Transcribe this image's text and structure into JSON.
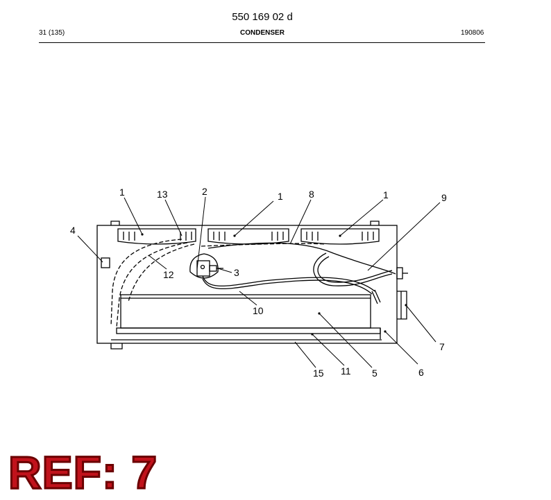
{
  "header": {
    "doc_number": "550 169 02 d",
    "page": "31 (135)",
    "title": "CONDENSER",
    "date_code": "190806"
  },
  "diagram": {
    "callouts": [
      {
        "id": "c1a",
        "text": "1"
      },
      {
        "id": "c13",
        "text": "13"
      },
      {
        "id": "c2",
        "text": "2"
      },
      {
        "id": "c1b",
        "text": "1"
      },
      {
        "id": "c8",
        "text": "8"
      },
      {
        "id": "c1c",
        "text": "1"
      },
      {
        "id": "c9",
        "text": "9"
      },
      {
        "id": "c4",
        "text": "4"
      },
      {
        "id": "c3",
        "text": "3"
      },
      {
        "id": "c12",
        "text": "12"
      },
      {
        "id": "c10",
        "text": "10"
      },
      {
        "id": "c7",
        "text": "7"
      },
      {
        "id": "c15",
        "text": "15"
      },
      {
        "id": "c11",
        "text": "11"
      },
      {
        "id": "c5",
        "text": "5"
      },
      {
        "id": "c6",
        "text": "6"
      }
    ]
  },
  "ref_label": "REF: 7"
}
